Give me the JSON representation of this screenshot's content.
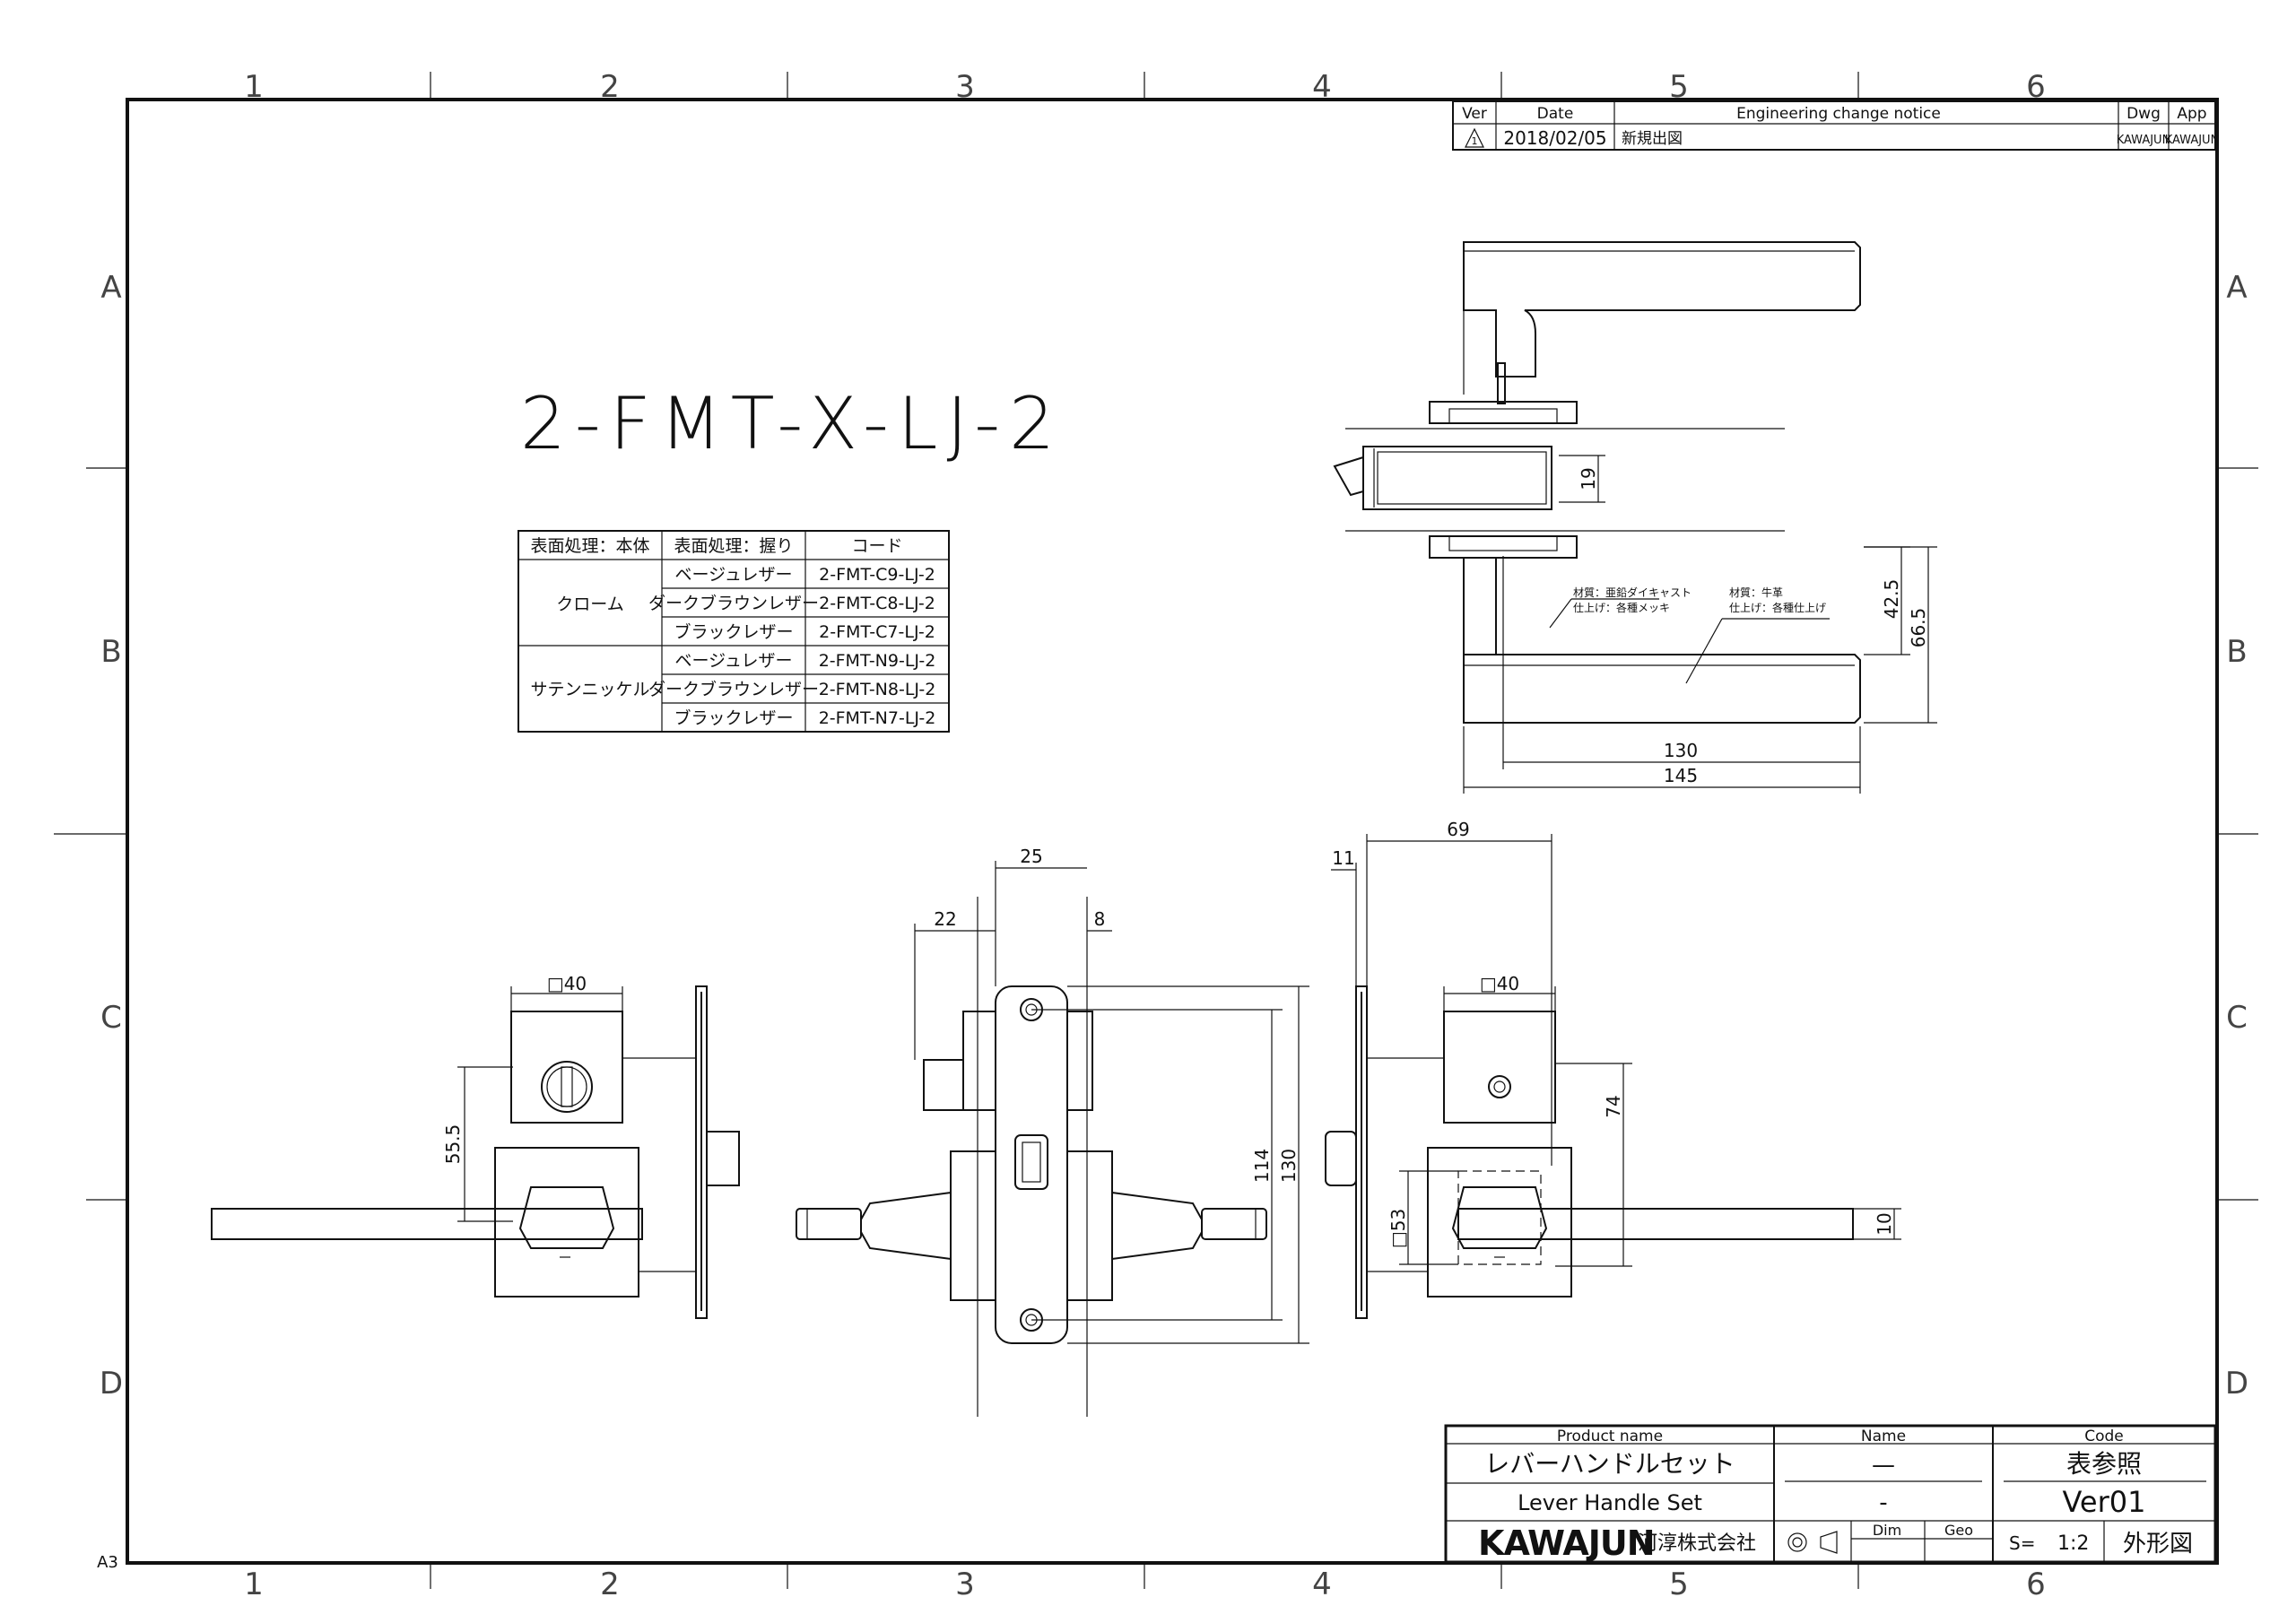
{
  "sheet": {
    "size": "A3",
    "col_labels": [
      "1",
      "2",
      "3",
      "4",
      "5",
      "6"
    ],
    "row_labels": [
      "A",
      "B",
      "C",
      "D"
    ]
  },
  "revision_table": {
    "headers": {
      "ver": "Ver",
      "date": "Date",
      "ecn": "Engineering change notice",
      "dwg": "Dwg",
      "app": "App"
    },
    "rows": [
      {
        "ver": "1",
        "date": "2018/02/05",
        "ecn": "新規出図",
        "dwg": "KAWAJUN",
        "app": "KAWAJUN"
      }
    ]
  },
  "model_code": "2-FMT-X-LJ-2",
  "finish_table": {
    "headers": [
      "表面処理：本体",
      "表面処理：握り",
      "コード"
    ],
    "groups": [
      {
        "body": "クローム",
        "rows": [
          {
            "grip": "ベージュレザー",
            "code": "2-FMT-C9-LJ-2"
          },
          {
            "grip": "ダークブラウンレザー",
            "code": "2-FMT-C8-LJ-2"
          },
          {
            "grip": "ブラックレザー",
            "code": "2-FMT-C7-LJ-2"
          }
        ]
      },
      {
        "body": "サテンニッケル",
        "rows": [
          {
            "grip": "ベージュレザー",
            "code": "2-FMT-N9-LJ-2"
          },
          {
            "grip": "ダークブラウンレザー",
            "code": "2-FMT-N8-LJ-2"
          },
          {
            "grip": "ブラックレザー",
            "code": "2-FMT-N7-LJ-2"
          }
        ]
      }
    ]
  },
  "material_notes": {
    "left": {
      "material": "材質：亜鉛ダイキャスト",
      "finish": "仕上げ：各種メッキ"
    },
    "right": {
      "material": "材質：牛革",
      "finish": "仕上げ：各種仕上げ"
    }
  },
  "dimensions": {
    "top_view": {
      "d19": "19",
      "d42_5": "42.5",
      "d66_5": "66.5",
      "d130": "130",
      "d145": "145"
    },
    "left_view": {
      "sq40": "□40",
      "d55_5": "55.5"
    },
    "middle_view": {
      "d25": "25",
      "d22": "22",
      "d8": "8",
      "d114": "114",
      "d130": "130"
    },
    "right_view": {
      "d11": "11",
      "d69": "69",
      "sq40": "□40",
      "d74": "74",
      "sq53": "□53",
      "d10": "10"
    }
  },
  "title_block": {
    "product_name_label": "Product name",
    "name_label": "Name",
    "code_label": "Code",
    "product_name_jp": "レバーハンドルセット",
    "product_name_en": "Lever Handle Set",
    "name_1": "—",
    "name_2": "-",
    "code_value": "表参照",
    "version": "Ver01",
    "company_logo": "KAWAJUN",
    "company_name": "河淳株式会社",
    "dim_label": "Dim",
    "geo_label": "Geo",
    "scale_label": "S=",
    "scale_value": "1:2",
    "drawing_type": "外形図"
  }
}
